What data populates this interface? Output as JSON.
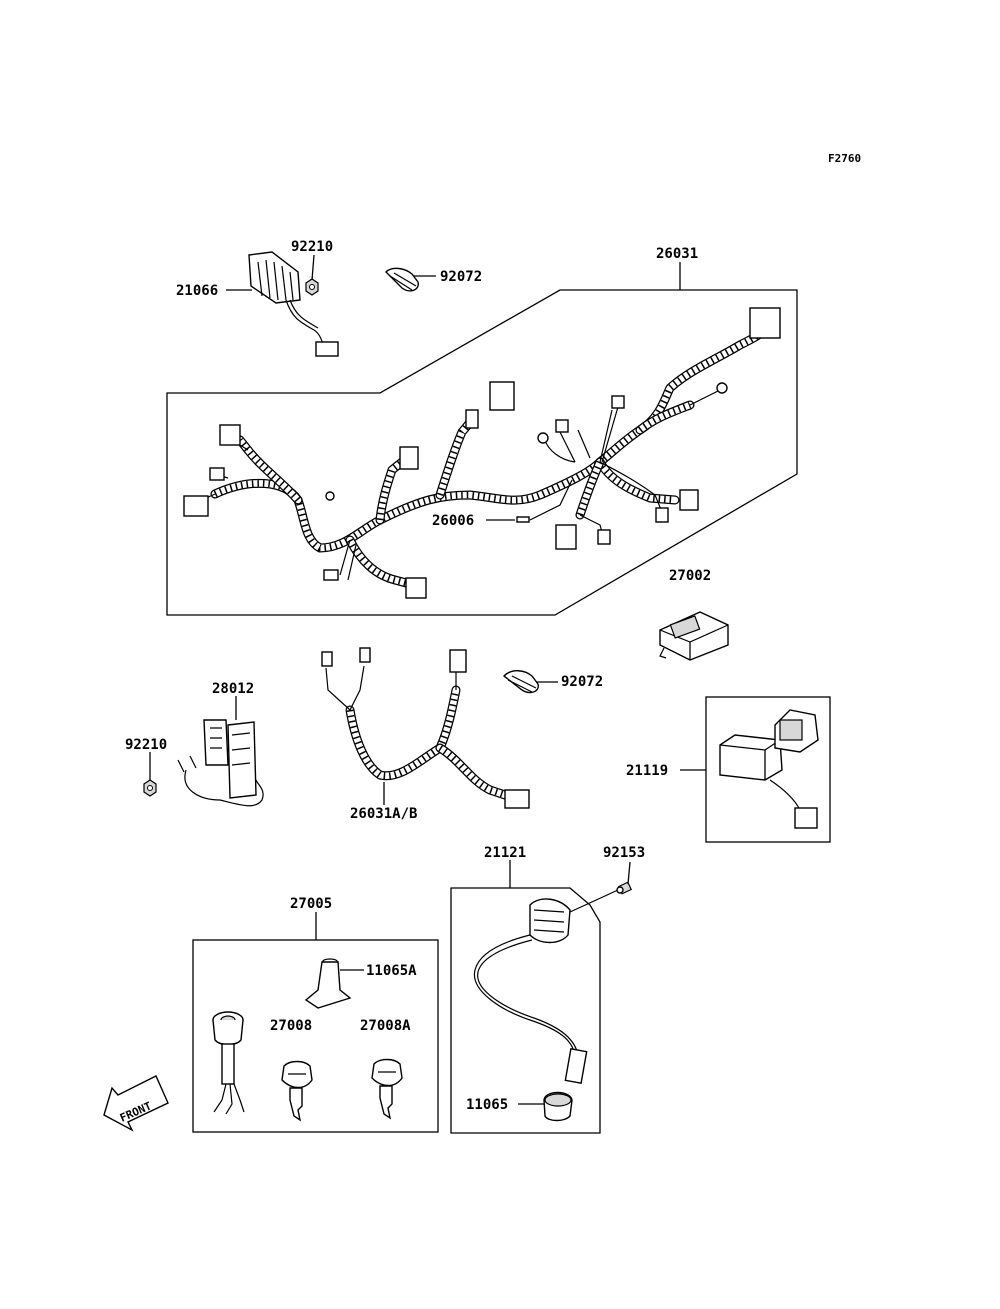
{
  "diagram_code": "F2760",
  "labels": {
    "p21066": "21066",
    "p92210_top": "92210",
    "p92072_top": "92072",
    "p26031": "26031",
    "p26006": "26006",
    "p27002": "27002",
    "p28012": "28012",
    "p92210_left": "92210",
    "p26031ab": "26031A/B",
    "p92072_mid": "92072",
    "p21119": "21119",
    "p21121": "21121",
    "p92153": "92153",
    "p27005": "27005",
    "p11065a": "11065A",
    "p27008": "27008",
    "p27008a": "27008A",
    "p11065": "11065"
  },
  "front_arrow": "FRONT"
}
